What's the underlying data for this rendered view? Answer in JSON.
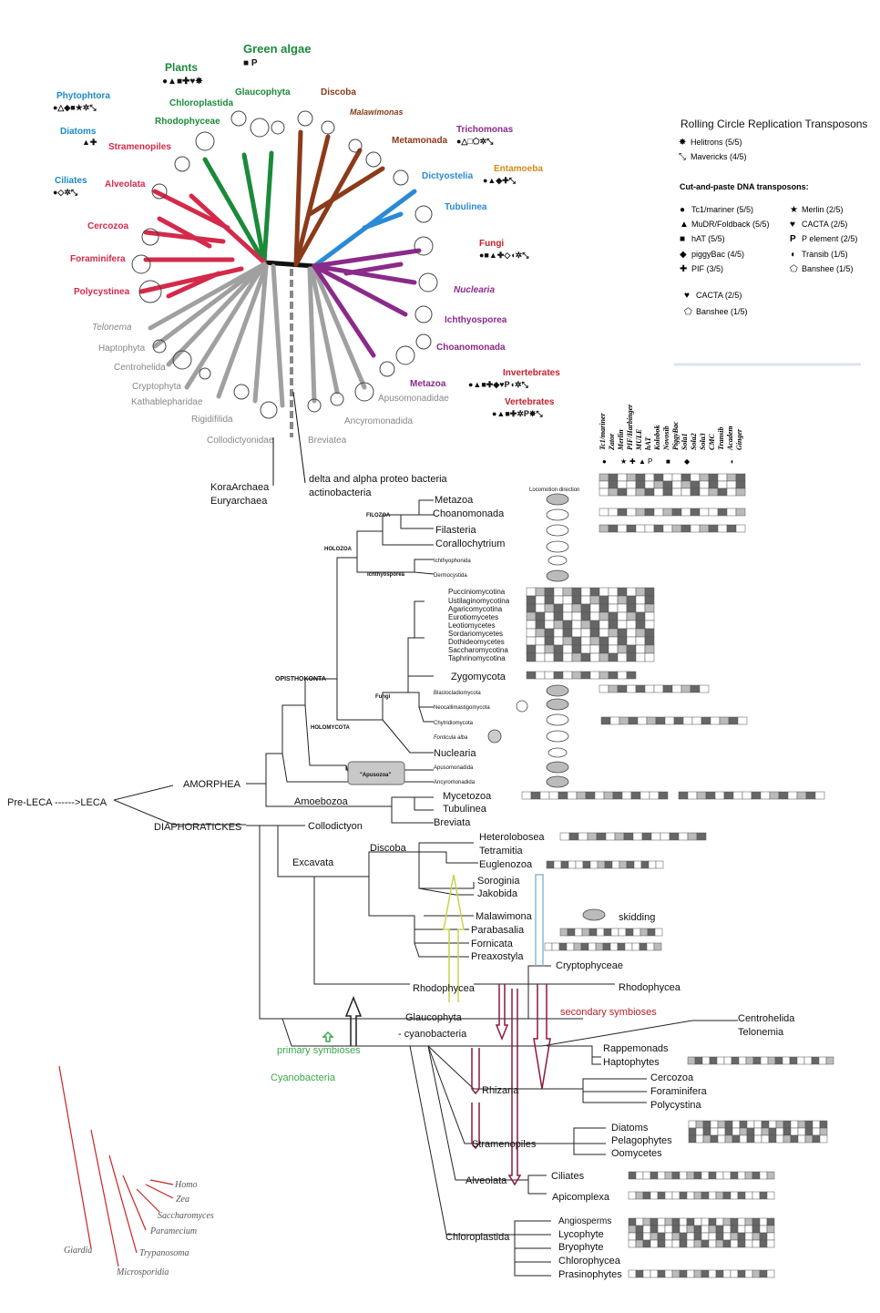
{
  "unrooted_tree": {
    "groups": {
      "green_algae": {
        "label": "Green algae",
        "color": "#1a8a3a",
        "symbols": "■ P"
      },
      "plants": {
        "label": "Plants",
        "color": "#1a8a3a",
        "symbols": "●▲■✚♥✸"
      },
      "chloroplastida": {
        "label": "Chloroplastida",
        "color": "#1a8a3a"
      },
      "glaucophyta": {
        "label": "Glaucophyta",
        "color": "#1a8a3a"
      },
      "rhodophyceae": {
        "label": "Rhodophyceae",
        "color": "#1a8a3a"
      },
      "phytophtora": {
        "label": "Phytophtora",
        "color": "#1a8ac8",
        "symbols": "●△◆■★✲⤡"
      },
      "diatoms": {
        "label": "Diatoms",
        "color": "#1a8ac8",
        "symbols": "▲✚"
      },
      "ciliates": {
        "label": "Ciliates",
        "color": "#1a8ac8",
        "symbols": "●◇✲⤡"
      },
      "stramenopiles": {
        "label": "Stramenopiles",
        "color": "#d42a4a"
      },
      "alveolata": {
        "label": "Alveolata",
        "color": "#d42a4a"
      },
      "cercozoa": {
        "label": "Cercozoa",
        "color": "#d42a4a"
      },
      "foraminifera": {
        "label": "Foraminifera",
        "color": "#d42a4a"
      },
      "polycystinea": {
        "label": "Polycystinea",
        "color": "#d42a4a"
      },
      "telonema": {
        "label": "Telonema",
        "color": "#888888"
      },
      "haptophyta": {
        "label": "Haptophyta",
        "color": "#888888"
      },
      "centrohelida": {
        "label": "Centrohelida",
        "color": "#888888"
      },
      "cryptophyta": {
        "label": "Cryptophyta",
        "color": "#888888"
      },
      "kathablepharidae": {
        "label": "Kathablepharidae",
        "color": "#888888"
      },
      "rigidifilida": {
        "label": "Rigidifilida",
        "color": "#888888"
      },
      "collodictyonidae": {
        "label": "Collodictyonidae",
        "color": "#888888"
      },
      "breviatea": {
        "label": "Breviatea",
        "color": "#888888"
      },
      "ancyromonadida": {
        "label": "Ancyromonadida",
        "color": "#888888"
      },
      "apusomonadidae": {
        "label": "Apusomonadidae",
        "color": "#888888"
      },
      "discoba": {
        "label": "Discoba",
        "color": "#8b3a1a"
      },
      "malawimonas": {
        "label": "Malawimonas",
        "color": "#8b3a1a"
      },
      "metamonada": {
        "label": "Metamonada",
        "color": "#8b3a1a"
      },
      "trichomonas": {
        "label": "Trichomonas",
        "color": "#8a2a8a",
        "symbols": "●△□⬠✲⤡"
      },
      "entamoeba": {
        "label": "Entamoeba",
        "color": "#d48a1a",
        "symbols": "●▲◆✚⤡"
      },
      "dictyostelia": {
        "label": "Dictyostelia",
        "color": "#2a8ad4"
      },
      "tubulinea": {
        "label": "Tubulinea",
        "color": "#2a8ad4"
      },
      "fungi": {
        "label": "Fungi",
        "color": "#c8202a",
        "symbols": "●■▲✚◇◖✲⤡"
      },
      "nuclearia": {
        "label": "Nuclearia",
        "color": "#8a2a8a"
      },
      "ichthyosporea": {
        "label": "Ichthyosporea",
        "color": "#8a2a8a"
      },
      "choanomonada": {
        "label": "Choanomonada",
        "color": "#8a2a8a"
      },
      "metazoa": {
        "label": "Metazoa",
        "color": "#8a2a8a"
      },
      "invertebrates": {
        "label": "Invertebrates",
        "color": "#c8202a",
        "symbols": "●▲■✚◆♥P◖✲⤡"
      },
      "vertebrates": {
        "label": "Vertebrates",
        "color": "#c8202a",
        "symbols": "●▲■✚✲P✸⤡"
      }
    },
    "root_labels": {
      "archaea": "KoraArchaea\nEuryarchaea",
      "archaea_1": "KoraArchaea",
      "archaea_2": "Euryarchaea",
      "bacteria_1": "delta and alpha proteo bacteria",
      "bacteria_2": "actinobacteria"
    }
  },
  "legend": {
    "rolling_title": "Rolling Circle Replication Transposons",
    "rolling_items": [
      {
        "symbol": "✸",
        "label": "Helitrons (5/5)"
      },
      {
        "symbol": "⤡",
        "label": "Mavericks (4/5)"
      }
    ],
    "cutpaste_title": "Cut-and-paste DNA transposons:",
    "cutpaste_left": [
      {
        "symbol": "●",
        "label": "Tc1/mariner (5/5)"
      },
      {
        "symbol": "▲",
        "label": "MuDR/Foldback (5/5)"
      },
      {
        "symbol": "■",
        "label": "hAT (5/5)"
      },
      {
        "symbol": "◆",
        "label": "piggyBac (4/5)"
      },
      {
        "symbol": "✚",
        "label": "PIF (3/5)"
      }
    ],
    "cutpaste_right": [
      {
        "symbol": "★",
        "label": "Merlin (2/5)"
      },
      {
        "symbol": "♥",
        "label": "CACTA (2/5)"
      },
      {
        "symbol": "P",
        "label": "P element (2/5)"
      },
      {
        "symbol": "◖",
        "label": "Transib (1/5)"
      },
      {
        "symbol": "⬠",
        "label": "Banshee (1/5)"
      }
    ],
    "extra": [
      {
        "symbol": "♥",
        "label": "CACTA (2/5)"
      },
      {
        "symbol": "⬠",
        "label": "Banshee (1/5)"
      }
    ]
  },
  "column_headers": [
    "Tc1/mariner",
    "Zator",
    "Merlin",
    "PIF/Harbinger",
    "MULE",
    "hAT",
    "Kolobok",
    "Novosib",
    "PiggyBac",
    "Sola1",
    "Sola2",
    "Sola3",
    "CMC",
    "Transib",
    "Academ",
    "Ginger"
  ],
  "column_symbols": [
    "●",
    "★",
    "✚",
    "▲",
    "P",
    "■",
    "◆",
    "◖"
  ],
  "cladogram": {
    "root": "Pre-LECA ------>LECA",
    "amorphea": "AMORPHEA",
    "diaphoratickes": "DIAPHORATICKES",
    "opisthokonta": "OPISTHOKONTA",
    "holozoa": "HOLOZOA",
    "filozoa": "FILOZOA",
    "ichthyosporea_small": "Ichthyosporea",
    "holomycota": "HOLOMYCOTA",
    "fungi_small": "Fungi",
    "locomotion": "Locomotion direction",
    "apusozoa": "\"Apusozoa\"",
    "amoebozoa": "Amoebozoa",
    "excavata": "Excavata",
    "discoba": "Discoba",
    "skidding": "skidding",
    "primary": "primary symbioses",
    "secondary": "secondary symbioses",
    "cyanobacteria_green": "Cyanobacteria",
    "cyanobacteria_black": "- cyanobacteria",
    "rhodophycea_right": "Rhodophycea",
    "taxa": {
      "metazoa": "Metazoa",
      "choanomonada": "Choanomonada",
      "filasteria": "Filasteria",
      "corallochytrium": "Corallochytrium",
      "ichthyophonida": "Ichthyophonida",
      "dermocystida": "Dermocystida",
      "pucciniomycotina": "Pucciniomycotina",
      "ustilaginomycotina": "Ustilaginomycotina",
      "agaricomycotina": "Agaricomycotina",
      "eurotiomycetes": "Eurotiomycetes",
      "leotiomycetes": "Leotiomycetes",
      "sordariomycetes": "Sordariomycetes",
      "dothideomycetes": "Dothideomycetes",
      "saccharomycotina": "Saccharomycotina",
      "taphrinomycotina": "Taphrinomycotina",
      "zygomycota": "Zygomycota",
      "blastocladiomycota": "Blastocladiomycota",
      "neocallimastigomycota": "Neocallimastigomycota",
      "chytridiomycota": "Chytridiomycota",
      "fonticula": "Fonticula alba",
      "nuclearia": "Nuclearia",
      "apusomonadida": "Apusomonadida",
      "ancyromonadida": "Ancyromonadida",
      "mycetozoa": "Mycetozoa",
      "tubulinea": "Tubulinea",
      "breviata": "Breviata",
      "collodictyon": "Collodictyon",
      "heterolobosea": "Heterolobosea",
      "tetramitia": "Tetramitia",
      "euglenozoa": "Euglenozoa",
      "soroginia": "Soroginia",
      "jakobida": "Jakobida",
      "malawimona": "Malawimona",
      "parabasalia": "Parabasalia",
      "fornicata": "Fornicata",
      "preaxostyla": "Preaxostyla",
      "cryptophyceae": "Cryptophyceae",
      "rhodophycea": "Rhodophycea",
      "glaucophyta": "Glaucophyta",
      "centrohelida": "Centrohelida",
      "telonemia": "Telonemia",
      "rappemonads": "Rappemonads",
      "haptophytes": "Haptophytes",
      "rhizaria": "Rhizaria",
      "cercozoa": "Cercozoa",
      "foraminifera": "Foraminifera",
      "polycystina": "Polycystina",
      "stramenopiles": "Stramenopiles",
      "diatoms": "Diatoms",
      "pelagophytes": "Pelagophytes",
      "oomycetes": "Oomycetes",
      "alveolata": "Alveolata",
      "ciliates": "Ciliates",
      "apicomplexa": "Apicomplexa",
      "chloroplastida": "Chloroplastida",
      "angiosperms": "Angiosperms",
      "lycophyte": "Lycophyte",
      "bryophyte": "Bryophyte",
      "chlorophycea": "Chlorophycea",
      "prasinophytes": "Prasinophytes"
    }
  },
  "small_tree": {
    "color": "#cc2222",
    "taxa": [
      "Homo",
      "Zea",
      "Saccharomyces",
      "Paramecium",
      "Trypanosoma",
      "Microsporidia",
      "Giardia"
    ]
  }
}
